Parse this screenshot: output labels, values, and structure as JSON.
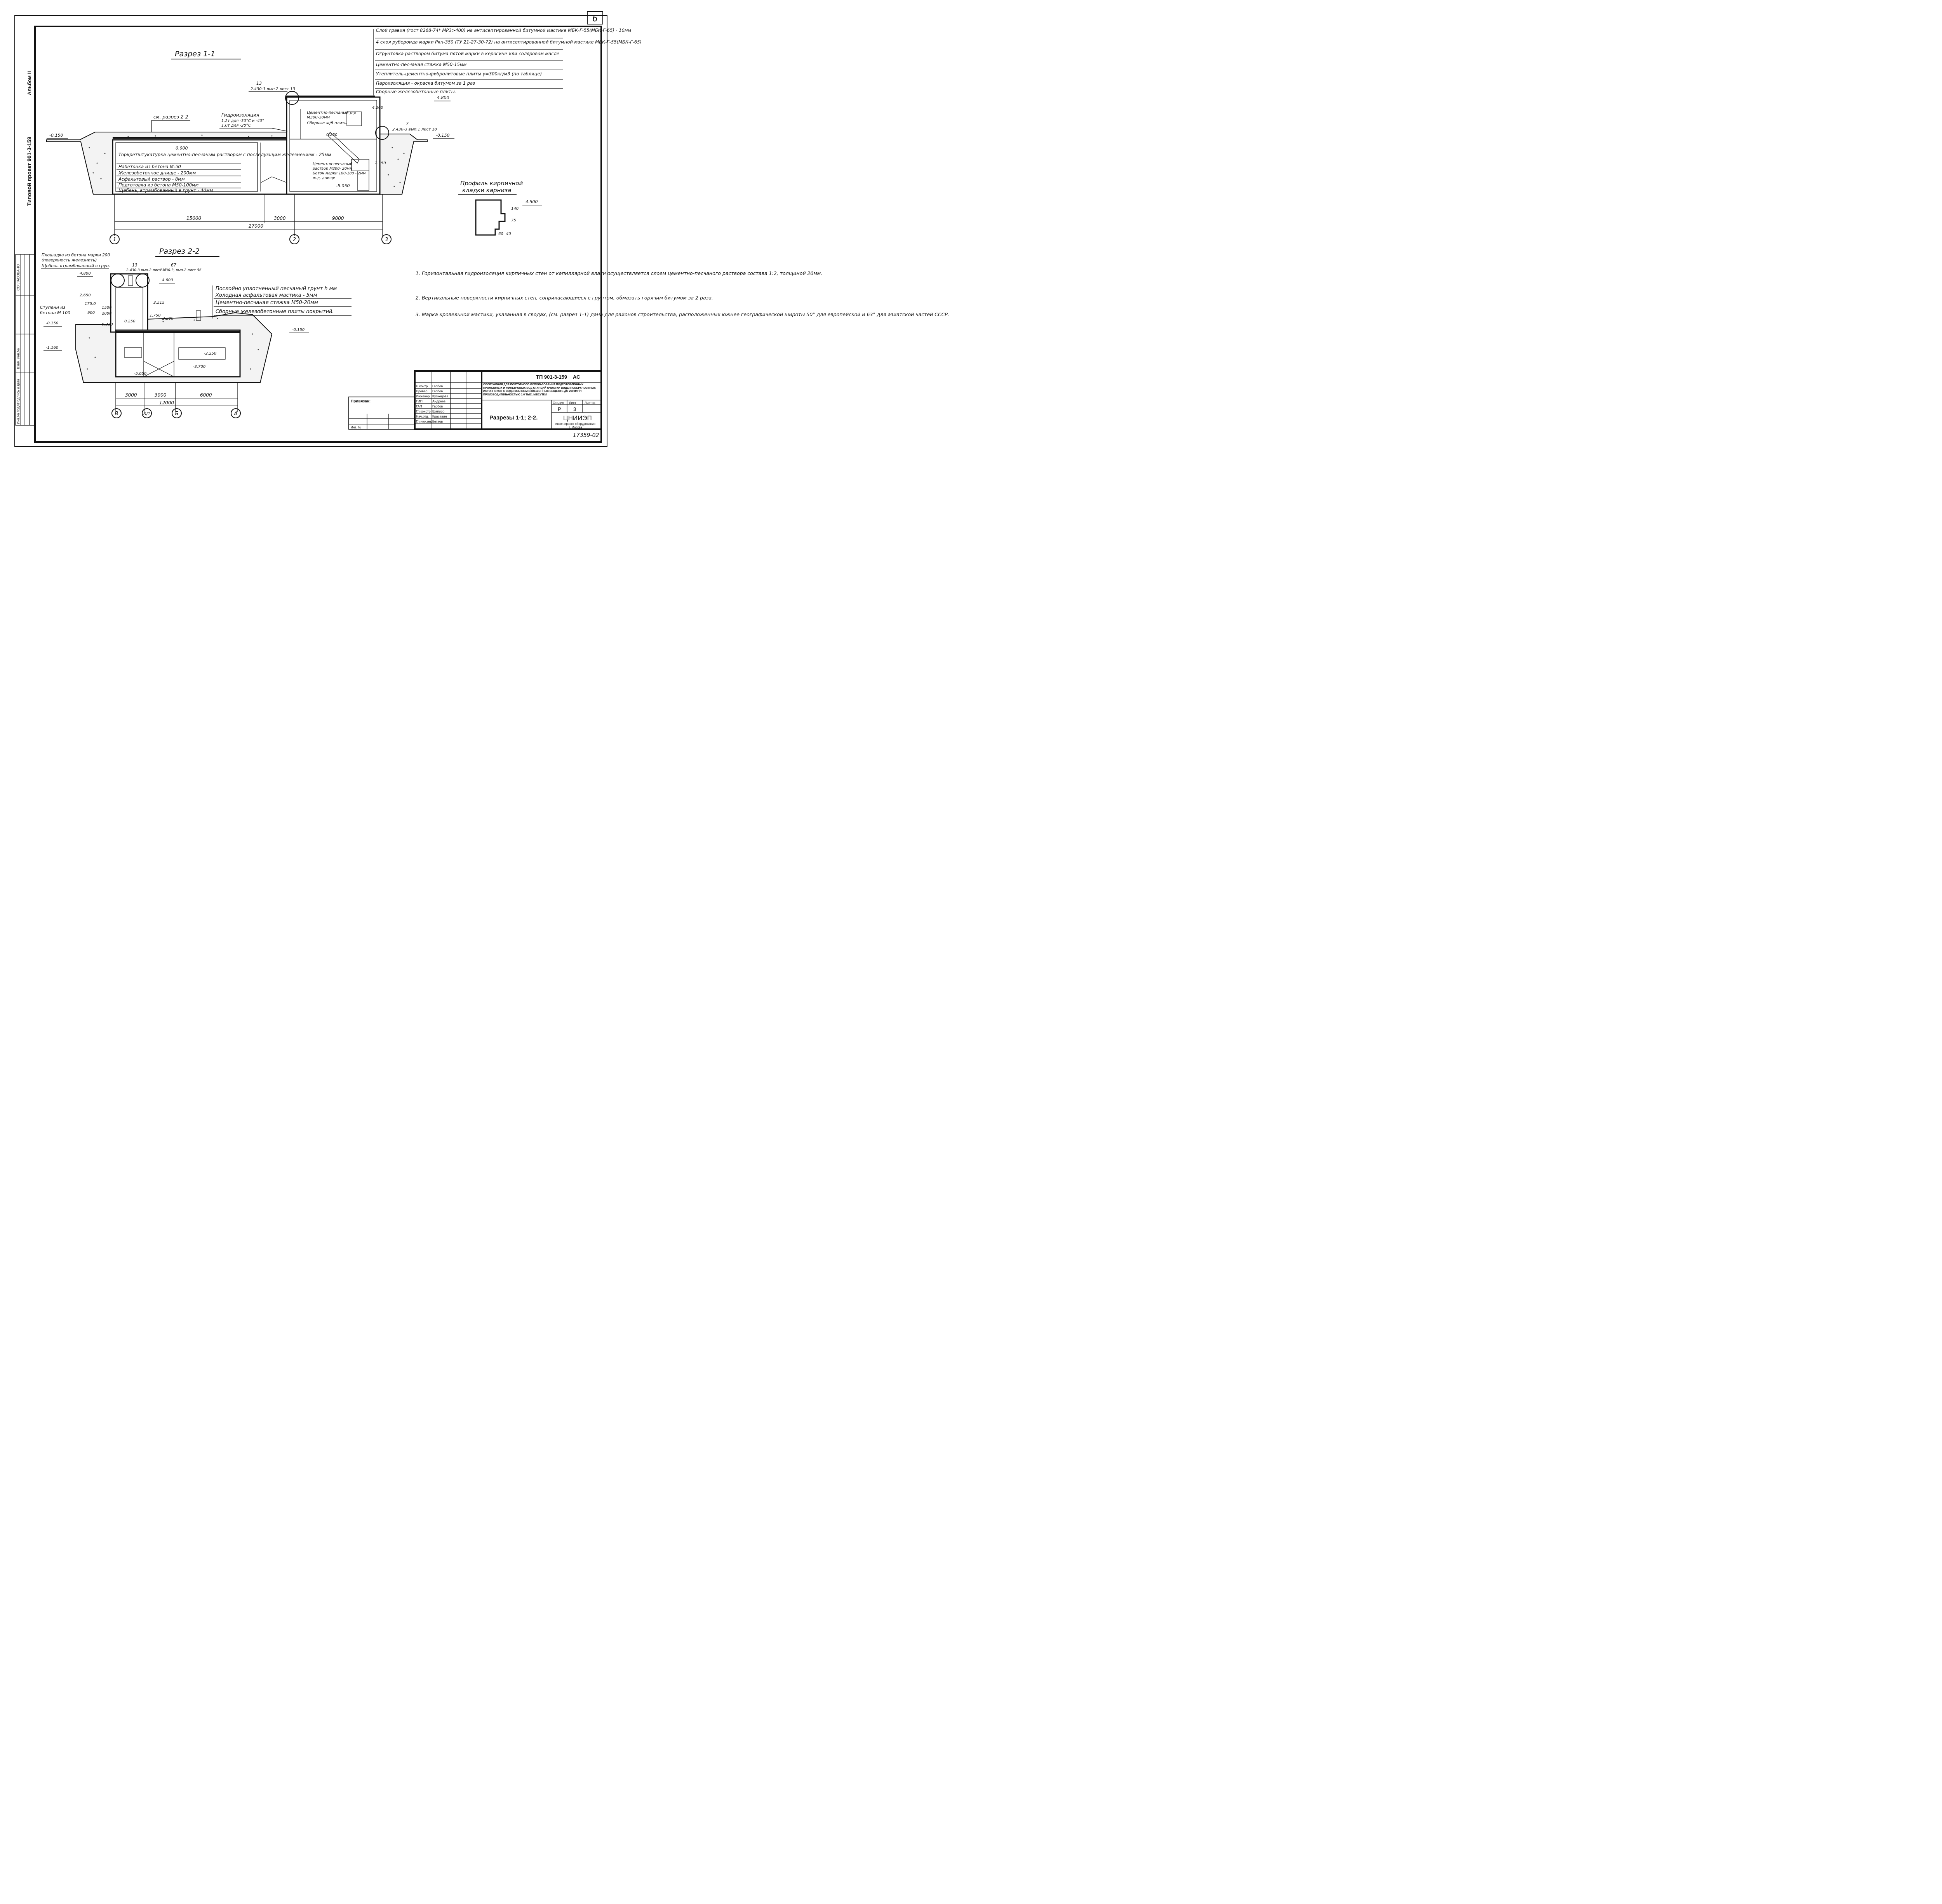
{
  "sheet_number": "6",
  "album": "Альбом II",
  "project_code_vertical": "Типовой проект 901-3-159",
  "sheet_code": "ТП 901-3-159",
  "sheet_mark": "АС",
  "section11": {
    "title": "Разрез 1-1",
    "roof_layers": [
      "Слой гравия (гост 8268-74* МР3>400) на антисептированной битумной мастике МБК-Г-55(МБК-Г-65) - 10мм",
      "4 слоя рубероида марки Ркп-350 (ТУ 21-27-30-72) на антисептированной битумной мастике МБК-Г-55(МБК-Г-65)",
      "Огрунтовка раствором битума пятой марки в керосине или соляровом масле",
      "Цементно-песчаная стяжка М50-15мм",
      "Утеплитель-цементно-фибролитовые плиты γ=300кг/м3 (по таблице)",
      "Пароизоляция - окраска битумом за 1 раз",
      "Сборные железобетонные плиты."
    ],
    "ref_13": "13",
    "ref_13_sheet": "2.430-3 вып.2 лист 13",
    "ref_7": "7",
    "ref_7_sheet": "2.430-3 вып.1 лист 10",
    "see_section": "см. разрез 2-2",
    "waterproofing": "Гидроизоляция",
    "waterproofing_l1": "1,2т для -30°С и -40°",
    "waterproofing_l2": "1,0т для -20°С",
    "level_n0150_l": "-0.150",
    "level_n0150_r": "-0.150",
    "level_0000": "0.000",
    "level_4800": "4.800",
    "level_4200": "4.200",
    "level_0250": "0.250",
    "level_2150": "2.150",
    "level_n5050": "-5.050",
    "tank_layers": [
      "Торкретштукатурка цементно-песчаным раствором с последующим железнением - 25мм",
      "Набетонка из бетона М-50",
      "Железобетонное днище - 200мм",
      "Асфальтовый раствор - 8мм",
      "Подготовка из бетона М50-100мм",
      "Щебень, втрамбованный в грунт - 40мм"
    ],
    "room_top_note_1": "Цементно-песчаный р-р",
    "room_top_note_2": "М300-30мм",
    "room_top_note_3": "Сборные ж/б плиты",
    "floor_note": [
      "Цементно-песчаный",
      "раствор М200- 20мм",
      "Бетон марки 100-180 - 2мм",
      "ж.д. днище"
    ],
    "dims": [
      "15000",
      "3000",
      "9000",
      "27000"
    ],
    "axes": [
      "1",
      "2",
      "3"
    ]
  },
  "cornice": {
    "title_1": "Профиль кирпичной",
    "title_2": "кладки карниза",
    "level": "4.500",
    "dims": [
      "140",
      "75",
      "60",
      "40"
    ]
  },
  "section22": {
    "title": "Разрез 2-2",
    "top_note_1": "Площадка из бетона марки 200",
    "top_note_2": "(поверхность железнить)",
    "top_note_3": "Щебень втрамбованный в грунт",
    "ref_13": "13",
    "ref_13_sheet": "2-430-3 вып.2 лист 13",
    "ref_67": "67",
    "ref_67_sheet": "2-430-3, вып.2 лист 56",
    "roof_layers": [
      "Послойно уплотненный песчаный грунт h мм",
      "Холодная асфальтовая мастика - 5мм",
      "Цементно-песчаная стяжка М50-20мм",
      "Сборные железобетонные плиты покрытий."
    ],
    "steps_note_1": "Ступени из",
    "steps_note_2": "бетона М 100",
    "levels": {
      "l4800": "4.800",
      "l4600": "4.600",
      "l2650": "2.650",
      "l3515": "3.515",
      "l2300": "2.300",
      "ln0150l": "-0.150",
      "ln0150r": "-0.150",
      "ln1160": "-1.160",
      "ln2250": "-2.250",
      "ln3700": "-3.700",
      "ln5050": "-5.050",
      "l0250": "0.250",
      "l1750": "1.750",
      "l0230": "0.230"
    },
    "small_dims": [
      "175.0",
      "1500",
      "900",
      "2000"
    ],
    "dims": [
      "3000",
      "3000",
      "6000",
      "12000"
    ],
    "axes": [
      "В",
      "Б/1",
      "Б",
      "А"
    ]
  },
  "notes": [
    "1. Горизонтальная гидроизоляция кирпичных стен от капиллярной влаги осуществляется слоем цементно-песчаного раствора состава 1:2, толщиной 20мм.",
    "2. Вертикальные поверхности кирпичных стен, соприкасающиеся с грунтом, обмазать горячим битумом за 2 раза.",
    "3. Марка кровельной мастики, указанная в сводах, (см. разрез 1-1) дана для районов строительства, расположенных южнее географической широты 50° для европейской и 63° для азиатской частей СССР."
  ],
  "title_block": {
    "privyazan": "Привязан:",
    "inv": "Инв. №",
    "title_text": "Сооружения для повторного использования подготовленных промывных и фильтровых вод станций очистки воды поверхностных источников с содержанием взвешенных веществ до 2500мг/л производительностью 1.6 тыс. м3/сутки",
    "roles": [
      {
        "role": "Н.контр.",
        "name": "Гасбов"
      },
      {
        "role": "Провер.",
        "name": "Гасбов"
      },
      {
        "role": "Инженер",
        "name": "Кузнецова"
      },
      {
        "role": "ГИП",
        "name": "Андреев"
      },
      {
        "role": "ГАП",
        "name": "Гасбов"
      },
      {
        "role": "Гл.констр.",
        "name": "Шапиро"
      },
      {
        "role": "Нач.отд.",
        "name": "Красавин"
      },
      {
        "role": "Гл.инж.инст.",
        "name": "Кетаов"
      }
    ],
    "stage_h": "Стадия",
    "sheet_h": "Лист",
    "sheets_h": "Листов",
    "stage": "Р",
    "sheet": "3",
    "drawing_title": "Разрезы 1-1; 2-2.",
    "org": "ЦНИИЭП",
    "org_sub": "инженерного оборудования",
    "org_city": "г. Москва",
    "archive_no": "17359-02"
  },
  "left_strip": {
    "agreed": "СОГЛАСОВАНО",
    "fields": [
      "Взам. инв.№",
      "Подпись и дата",
      "Инв.№ подл."
    ]
  }
}
